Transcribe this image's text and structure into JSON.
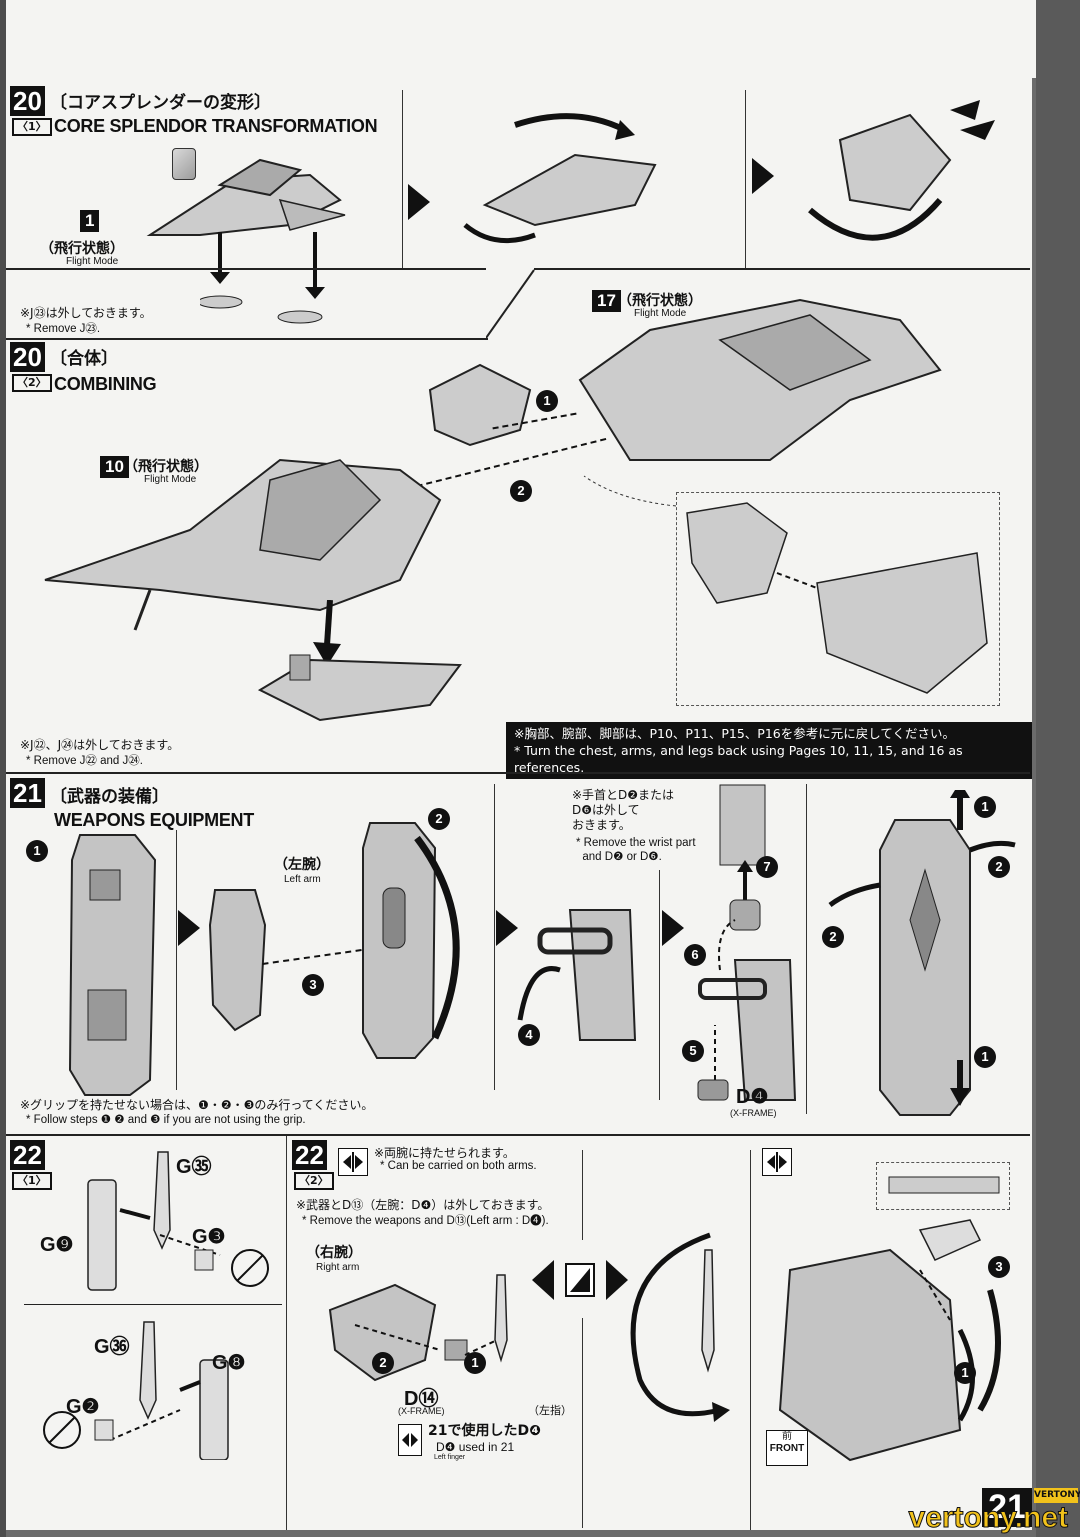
{
  "page_number": "21",
  "watermark": {
    "logo": "VERTONY",
    "url": "vertony.net"
  },
  "step20_1": {
    "num": "20",
    "sub": "1",
    "title_jp": "〔コアスプレンダーの変形〕",
    "title_en": "CORE SPLENDOR TRANSFORMATION",
    "badge": "1",
    "mode_jp": "（飛行状態）",
    "mode_en": "Flight Mode",
    "note_jp": "※J㉓は外しておきます。",
    "note_en": "* Remove J㉓."
  },
  "step20_2": {
    "num": "20",
    "sub": "2",
    "title_jp": "〔合体〕",
    "title_en": "COMBINING",
    "badge17": "17",
    "mode17_jp": "（飛行状態）",
    "mode17_en": "Flight Mode",
    "badge10": "10",
    "mode10_jp": "（飛行状態）",
    "mode10_en": "Flight Mode",
    "arrow1": "1",
    "arrow2": "2",
    "note_jp": "※J㉒、J㉔は外しておきます。",
    "note_en": "* Remove J㉒ and J㉔.",
    "ref_jp": "※胸部、腕部、脚部は、P10、P11、P15、P16を参考に元に戻してください。",
    "ref_en": "* Turn the chest, arms, and legs back using Pages 10, 11, 15, and 16 as references."
  },
  "step21": {
    "num": "21",
    "title_jp": "〔武器の装備〕",
    "title_en": "WEAPONS EQUIPMENT",
    "left_arm_jp": "（左腕）",
    "left_arm_en": "Left arm",
    "wrist_note_jp": "※手首とD❷または\nD❻は外して\nおきます。",
    "wrist_note_en": "* Remove the wrist part\n  and D❷ or D❻.",
    "part": "D❹",
    "frame": "(X-FRAME)",
    "steps": [
      "1",
      "2",
      "3",
      "4",
      "5",
      "6",
      "7"
    ],
    "note_jp": "※グリップを持たせない場合は、❶・❷・❸のみ行ってください。",
    "note_en": "* Follow steps ❶ ❷ and ❸ if you are not using the grip."
  },
  "step22_1": {
    "num": "22",
    "sub": "1",
    "g35": "G㉟",
    "g9": "G❾",
    "g3": "G❸",
    "g36": "G㊱",
    "g8": "G❽",
    "g2": "G❷"
  },
  "step22_2": {
    "num": "22",
    "sub": "2",
    "both_arms_jp": "※両腕に持たせられます。",
    "both_arms_en": "* Can be carried on both arms.",
    "remove_jp": "※武器とD⑬（左腕：D❹）は外しておきます。",
    "remove_en": "* Remove the weapons and D⑬(Left arm : D❹).",
    "right_arm_jp": "（右腕）",
    "right_arm_en": "Right arm",
    "part": "D⑭",
    "frame": "(X-FRAME)",
    "use_jp": "21で使用したD❹",
    "left_finger_jp": "（左指）",
    "use_en": "D❹ used in 21",
    "left_finger_en": "Left finger",
    "front_jp": "前",
    "front_en": "FRONT",
    "arrows": [
      "1",
      "2",
      "3"
    ]
  }
}
